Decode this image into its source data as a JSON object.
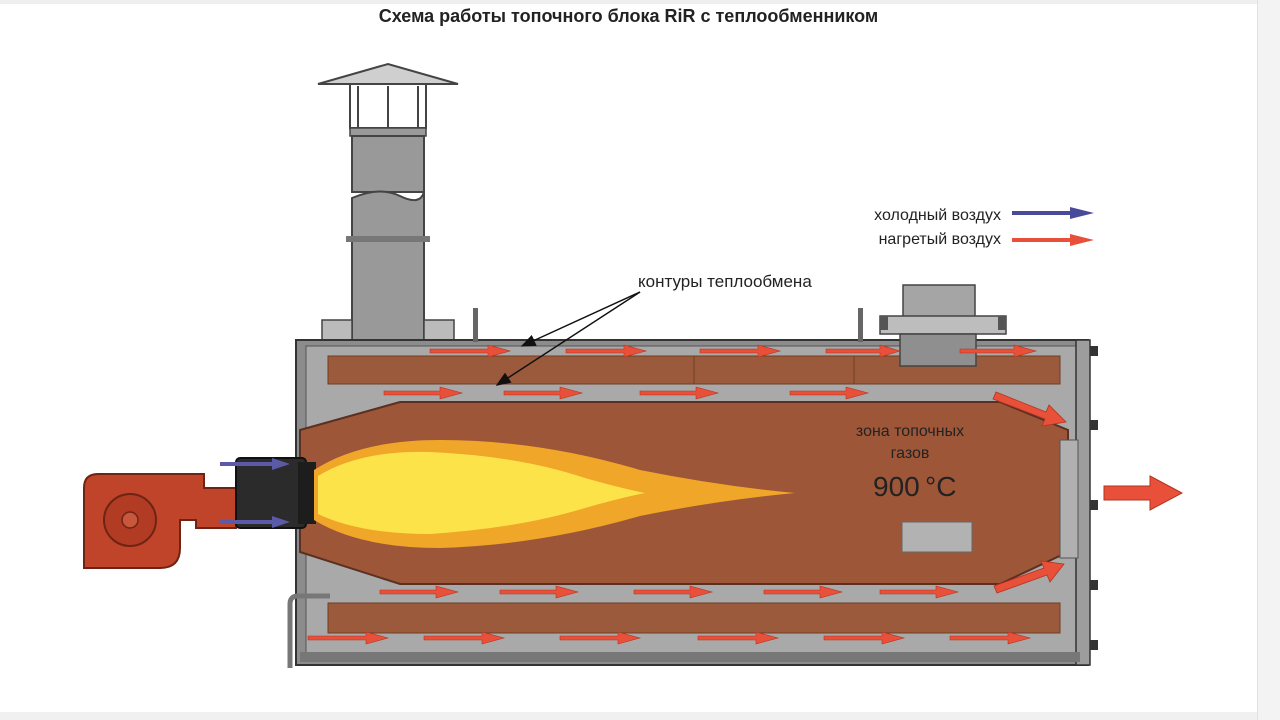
{
  "title": "Схема работы топочного блока RiR с теплообменником",
  "legend": {
    "cold_air": "холодный воздух",
    "hot_air": "нагретый воздух"
  },
  "labels": {
    "heat_exchange_circuits": "контуры теплообмена",
    "flue_gas_zone_line1": "зона топочных",
    "flue_gas_zone_line2": "газов",
    "temperature_value": "900",
    "temperature_unit": "°C"
  },
  "colors": {
    "cold_air_arrow": "#4a4a9a",
    "hot_air_arrow": "#e8503a",
    "body_gray": "#8c8c8c",
    "chamber_brown": "#9e5638",
    "burner_red": "#c0442a",
    "flame_yellow": "#fde34a",
    "flame_orange": "#f0a628"
  }
}
